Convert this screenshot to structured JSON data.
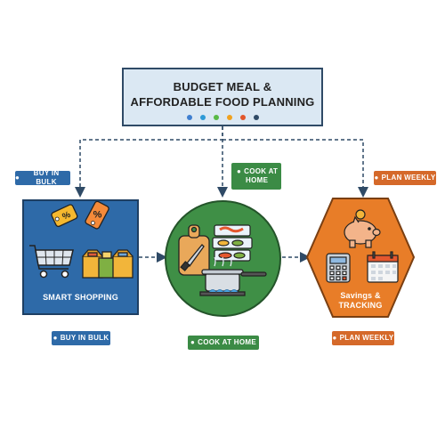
{
  "title": {
    "line1": "BUDGET MEAL &",
    "line2": "AFFORDABLE FOOD PLANNING",
    "dot_colors": [
      "#3f7fd0",
      "#2e9ad6",
      "#58b946",
      "#f0a11e",
      "#e2562b",
      "#2f4a66"
    ]
  },
  "branches": {
    "shopping": {
      "label": "SMART SHOPPING",
      "top_tag": "BUY IN BULK",
      "bottom_tag": "BUY IN BULK",
      "color": "#2e6aa8",
      "icons": [
        "discount-tag-icon",
        "shopping-cart-icon",
        "grocery-bags-icon"
      ]
    },
    "cooking": {
      "top_tag_line1": "COOK AT",
      "top_tag_line2": "HOME",
      "bottom_tag": "COOK AT HOME",
      "color": "#3f8f46",
      "icons": [
        "cutting-board-icon",
        "meal-prep-containers-icon",
        "cooking-pot-icon"
      ]
    },
    "savings": {
      "label_line1": "Savings &",
      "label_line2": "TRACKING",
      "top_tag": "PLAN WEEKLY",
      "bottom_tag": "PLAN WEEKLY",
      "color": "#e87d28",
      "icons": [
        "piggy-bank-icon",
        "calculator-icon",
        "calendar-icon"
      ]
    }
  },
  "colors": {
    "blue_tag": "#2e6aa8",
    "green_tag": "#3b8b45",
    "orange_tag": "#d5692a",
    "connector": "#2f4a66"
  }
}
